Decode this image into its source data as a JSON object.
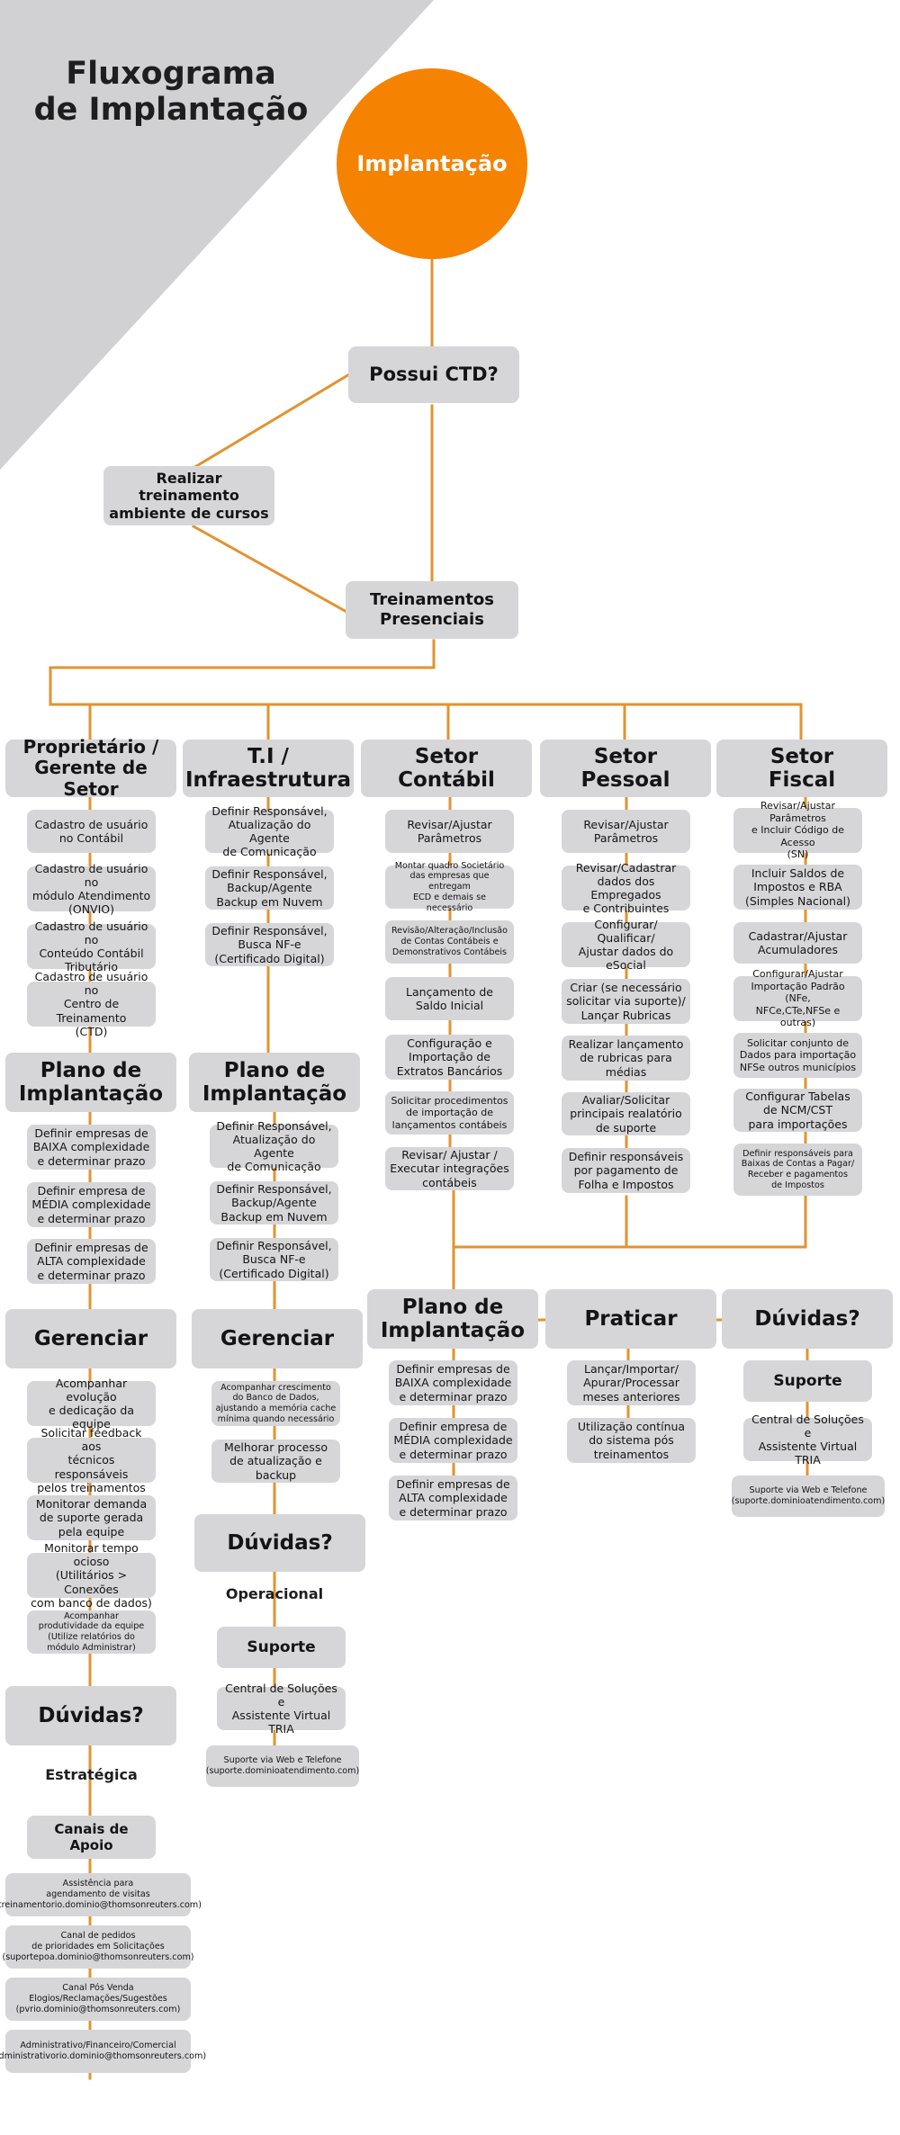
{
  "title_line1": "Fluxograma",
  "title_line2": "de Implantação",
  "start": "Implantação",
  "decision": "Possui CTD?",
  "training_env": "Realizar treinamento\nambiente de cursos",
  "training_in_person": "Treinamentos\nPresenciais",
  "col1": {
    "header": "Proprietário /\nGerente de Setor",
    "items": [
      "Cadastro de usuário\nno Contábil",
      "Cadastro de usuário no\nmódulo Atendimento\n(ONVIO)",
      "Cadastro de usuário no\nConteúdo Contábil\nTributário",
      "Cadastro de usuário no\nCentro de Treinamento\n(CTD)"
    ],
    "plan_header": "Plano de\nImplantação",
    "plan_items": [
      "Definir empresas de\nBAIXA complexidade\ne determinar prazo",
      "Definir empresa de\nMÉDIA complexidade\ne determinar prazo",
      "Definir empresas de\nALTA complexidade\ne determinar prazo"
    ],
    "manage_header": "Gerenciar",
    "manage_items": [
      "Acompanhar evolução\ne dedicação da\nequipe",
      "Solicitar feedback aos\ntécnicos responsáveis\npelos treinamentos",
      "Monitorar demanda\nde suporte gerada\npela equipe",
      "Monitorar  tempo ocioso\n(Utilitários > Conexões\ncom banco de dados)",
      "Acompanhar\nprodutividade da equipe\n(Utilize relatórios do\nmódulo Administrar)"
    ],
    "doubts_header": "Dúvidas?",
    "strategic_label": "Estratégica",
    "support_header": "Canais de\nApoio",
    "support_items": [
      "Assistência para\nagendamento de visitas\n(treinamentorio.dominio@thomsonreuters.com)",
      "Canal de pedidos\nde prioridades em Solicitações\n(suportepoa.dominio@thomsonreuters.com)",
      "Canal Pós Venda\nElogios/Reclamações/Sugestões\n(pvrio.dominio@thomsonreuters.com)",
      "Administrativo/Financeiro/Comercial\n(administrativorio.dominio@thomsonreuters.com)"
    ]
  },
  "col2": {
    "header": "T.I /\nInfraestrutura",
    "items": [
      "Definir Responsável,\nAtualização do Agente\nde Comunicação",
      "Definir Responsável,\nBackup/Agente\nBackup em Nuvem",
      "Definir Responsável,\nBusca NF-e\n(Certificado Digital)"
    ],
    "plan_header": "Plano de\nImplantação",
    "plan_items": [
      "Definir Responsável,\nAtualização do Agente\nde Comunicação",
      "Definir Responsável,\nBackup/Agente\nBackup em Nuvem",
      "Definir Responsável,\nBusca NF-e\n(Certificado Digital)"
    ],
    "manage_header": "Gerenciar",
    "manage_items": [
      "Acompanhar crescimento\ndo Banco de Dados,\najustando a memória cache\nmínima quando necessário",
      "Melhorar processo\nde atualização e\nbackup"
    ],
    "doubts_header": "Dúvidas?",
    "operational_label": "Operacional",
    "support_header": "Suporte",
    "support_items": [
      "Central de Soluções e\nAssistente Virtual TRIA",
      "Suporte via Web e Telefone\n(suporte.dominioatendimento.com)"
    ]
  },
  "col3": {
    "header": "Setor\nContábil",
    "items": [
      "Revisar/Ajustar\nParâmetros",
      "Montar quadro Societário\ndas empresas que entregam\nECD e demais se necessário",
      "Revisão/Alteração/Inclusão\nde Contas Contábeis e\nDemonstrativos Contábeis",
      "Lançamento de\nSaldo Inicial",
      "Configuração e\nImportação de\nExtratos Bancários",
      "Solicitar procedimentos\nde importação de\nlançamentos contábeis",
      "Revisar/ Ajustar /\nExecutar integrações\ncontábeis"
    ]
  },
  "col4": {
    "header": "Setor\nPessoal",
    "items": [
      "Revisar/Ajustar\nParâmetros",
      "Revisar/Cadastrar\ndados dos Empregados\ne Contribuintes",
      "Configurar/ Qualificar/\nAjustar dados do\neSocial",
      "Criar (se necessário\nsolicitar via suporte)/\nLançar Rubricas",
      "Realizar lançamento\nde rubricas para\nmédias",
      "Avaliar/Solicitar\nprincipais realatório\nde suporte",
      "Definir responsáveis\npor pagamento de\nFolha e Impostos"
    ]
  },
  "col5": {
    "header": "Setor\nFiscal",
    "items": [
      "Revisar/Ajustar Parâmetros\ne Incluir Código de Acesso\n(SN)",
      "Incluir Saldos de\nImpostos e RBA\n(Simples Nacional)",
      "Cadastrar/Ajustar\nAcumuladores",
      "Configurar/Ajustar\nImportação Padrão (NFe,\nNFCe,CTe,NFSe e outras)",
      "Solicitar conjunto de\nDados para importação\nNFSe outros municípios",
      "Configurar Tabelas\nde NCM/CST\npara importações",
      "Definir responsáveis para\nBaixas de Contas a Pagar/\nReceber e pagamentos\nde Impostos"
    ]
  },
  "merge_plan": {
    "header": "Plano de\nImplantação",
    "items": [
      "Definir empresas de\nBAIXA complexidade\ne determinar prazo",
      "Definir empresa de\nMÉDIA complexidade\ne determinar prazo",
      "Definir empresas de\nALTA complexidade\ne determinar prazo"
    ]
  },
  "practice": {
    "header": "Praticar",
    "items": [
      "Lançar/Importar/\nApurar/Processar\nmeses anteriores",
      "Utilização contínua\ndo sistema pós\ntreinamentos"
    ]
  },
  "merge_doubts": {
    "header": "Dúvidas?",
    "support_header": "Suporte",
    "support_items": [
      "Central de Soluções e\nAssistente Virtual TRIA",
      "Suporte via Web e Telefone\n(suporte.dominioatendimento.com)"
    ]
  },
  "colors": {
    "accent": "#f58200",
    "line": "#e2932f",
    "box": "#d6d6d9",
    "triangle": "#d1d1d3"
  }
}
